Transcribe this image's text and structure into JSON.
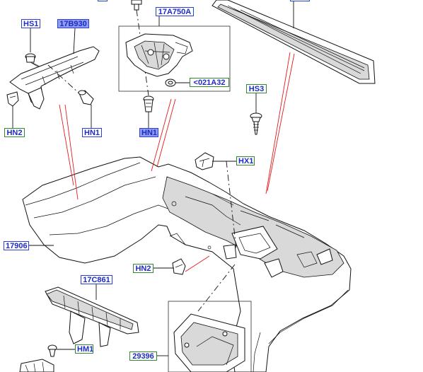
{
  "labels": {
    "hs1": "HS1",
    "b17b930": "17B930",
    "a17a750": "17A750A",
    "c021a32": "<021A32",
    "hs3": "HS3",
    "hn2_left": "HN2",
    "hn1_left": "HN1",
    "hn1_mid": "HN1",
    "hx1": "HX1",
    "p17906": "17906",
    "hn2_mid": "HN2",
    "c17c861": "17C861",
    "hm1": "HM1",
    "p29396": "29396"
  },
  "colors": {
    "label_border_blue": "#2d3fd8",
    "label_border_green": "#2f8a2f",
    "label_text": "#1d2bc4",
    "highlight_fill": "#8e9cf2",
    "callout_lines": "#e31b1b"
  }
}
